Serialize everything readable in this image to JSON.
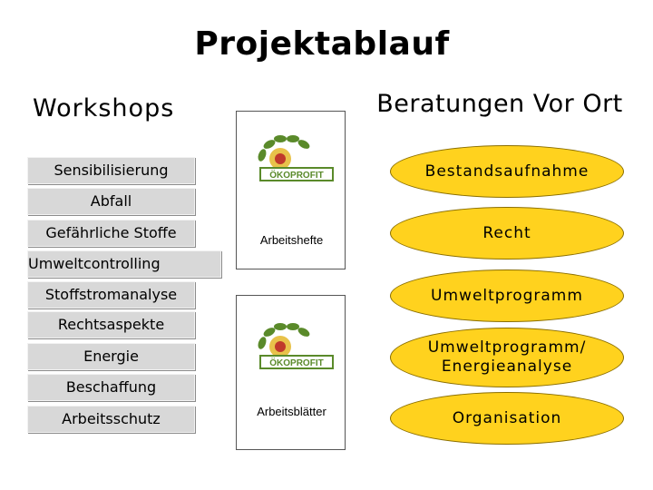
{
  "title": "Projektablauf",
  "left_heading": "Workshops",
  "right_heading": "Beratungen Vor Ort",
  "workshops": [
    "Sensibilisierung",
    "Abfall",
    "Gefährliche Stoffe",
    "Umweltcontrolling",
    "Stoffstromanalyse",
    "Rechtsaspekte",
    "Energie",
    "Beschaffung",
    "Arbeitsschutz"
  ],
  "panels": {
    "top": {
      "logo_text": "ÖKOPROFIT",
      "label": "Arbeitshefte"
    },
    "bottom": {
      "logo_text": "ÖKOPROFIT",
      "label": "Arbeitsblätter"
    }
  },
  "consultations": [
    "Bestandsaufnahme",
    "Recht",
    "Umweltprogramm",
    "Umweltprogramm/ Energieanalyse",
    "Organisation"
  ],
  "colors": {
    "workshop_box": "#d8d8d8",
    "consultation_ellipse": "#ffd21e",
    "logo_green": "#5a8a2a",
    "logo_red": "#c0392b"
  }
}
